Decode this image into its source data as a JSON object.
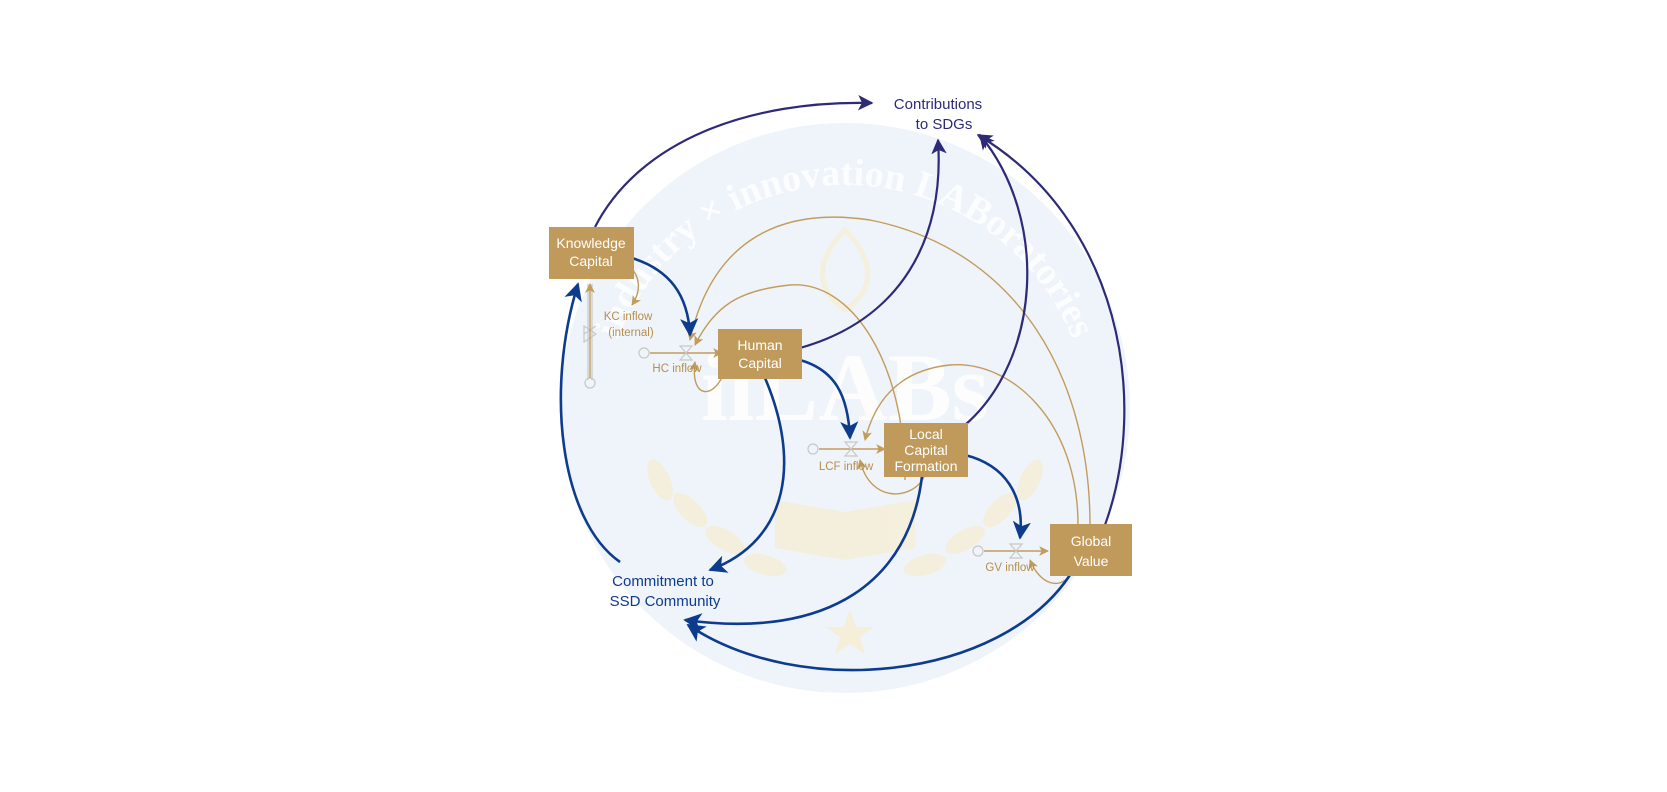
{
  "stocks": {
    "knowledge_capital": [
      "Knowledge",
      "Capital"
    ],
    "human_capital": [
      "Human",
      "Capital"
    ],
    "local_capital_formation": [
      "Local",
      "Capital",
      "Formation"
    ],
    "global_value": [
      "Global",
      "Value"
    ]
  },
  "flows": {
    "kc_inflow": [
      "KC inflow",
      "(internal)"
    ],
    "hc_inflow": "HC inflow",
    "lcf_inflow": "LCF inflow",
    "gv_inflow": "GV inflow"
  },
  "outcomes": {
    "sdgs": [
      "Contributions",
      "to SDGs"
    ],
    "community": [
      "Commitment to",
      "SSD Community"
    ]
  },
  "watermark": {
    "arc_text": "industry × innovation LABoratories",
    "center_text": "iiLABs"
  },
  "colors": {
    "stock_fill": "#bf9a5a",
    "blue_link": "#0d3b8e",
    "purple_link": "#2e2a78",
    "gold_link": "#c39c5c",
    "background_circle": "#eef4f9"
  }
}
